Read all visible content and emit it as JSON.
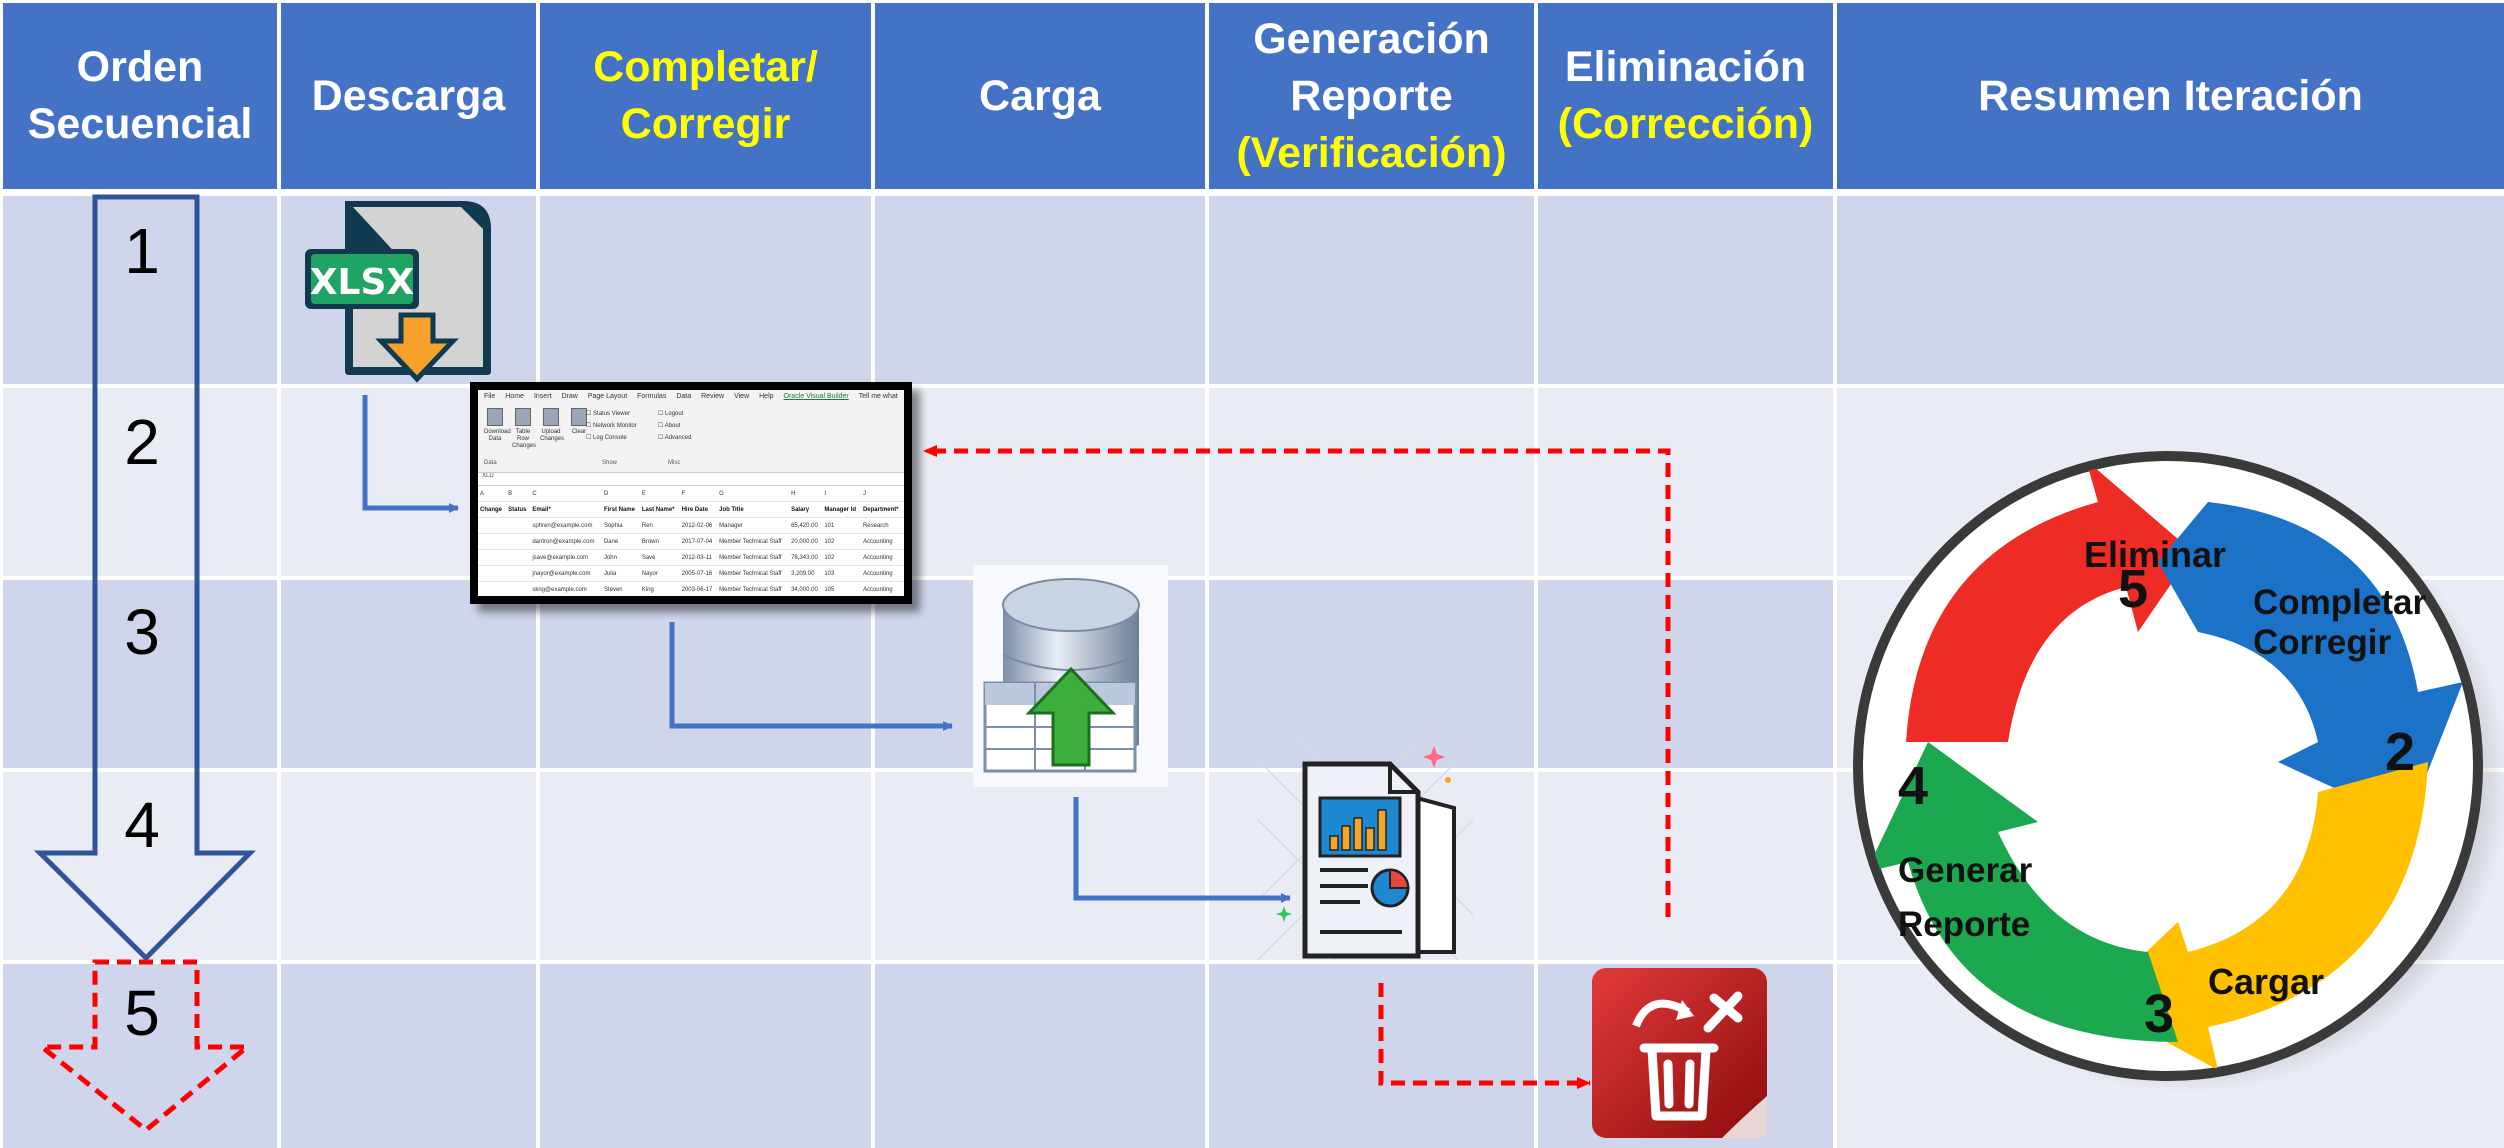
{
  "headers": {
    "col1": {
      "line1": "Orden",
      "line2": "Secuencial"
    },
    "col2": "Descarga",
    "col3": {
      "line1": "Completar/",
      "line2": "Corregir"
    },
    "col4": "Carga",
    "col5": {
      "line1": "Generación",
      "line2": "Reporte",
      "line3": "(Verificación)"
    },
    "col6": {
      "line1": "Eliminación",
      "line2": "(Corrección)"
    },
    "col7": "Resumen Iteración"
  },
  "rows": [
    "1",
    "2",
    "3",
    "4",
    "5"
  ],
  "icons": {
    "download": "xlsx-download-icon",
    "xlsx_label": "XLSX",
    "upload": "database-upload-icon",
    "report": "report-document-icon",
    "delete": "trash-delete-icon"
  },
  "spreadsheet": {
    "tabs": [
      "File",
      "Home",
      "Insert",
      "Draw",
      "Page Layout",
      "Formulas",
      "Data",
      "Review",
      "View",
      "Help",
      "Oracle Visual Builder",
      "Tell me what"
    ],
    "ribbon": {
      "data_buttons": [
        "Download Data",
        "Table Row Changes",
        "Upload Changes",
        "Clear"
      ],
      "data_group": "Data",
      "show_items": [
        "Status Viewer",
        "Network Monitor",
        "Log Console"
      ],
      "show_group": "Show",
      "misc_items": [
        "Logout",
        "About",
        "Advanced"
      ],
      "misc_group": "Misc"
    },
    "namebox": "XLD",
    "columns": [
      "A",
      "B",
      "C",
      "D",
      "E",
      "F",
      "G",
      "H",
      "I",
      "J"
    ],
    "header": [
      "Change",
      "Status",
      "Email*",
      "First Name",
      "Last Name*",
      "Hire Date",
      "Job Title",
      "Salary",
      "Manager Id",
      "Department*"
    ],
    "rows": [
      [
        "",
        "",
        "sphren@example.com",
        "Sophia",
        "Ren",
        "2012-02-06",
        "Manager",
        "65,420.00",
        "101",
        "Research"
      ],
      [
        "",
        "",
        "dantron@example.com",
        "Dane",
        "Brown",
        "2017-07-04",
        "Member Technical Staff",
        "20,000.00",
        "102",
        "Accounting"
      ],
      [
        "",
        "",
        "jsave@example.com",
        "John",
        "Save",
        "2012-03-11",
        "Member Technical Staff",
        "78,343.00",
        "102",
        "Accounting"
      ],
      [
        "",
        "",
        "jnayor@example.com",
        "Julia",
        "Nayor",
        "2005-07-16",
        "Member Technical Staff",
        "3,209.00",
        "103",
        "Accounting"
      ],
      [
        "",
        "",
        "skng@example.com",
        "Steven",
        "King",
        "2003-06-17",
        "Member Technical Staff",
        "34,000.00",
        "105",
        "Accounting"
      ]
    ]
  },
  "cycle": {
    "steps": [
      {
        "num": "5",
        "label": "Eliminar",
        "color": "#ee2b24"
      },
      {
        "num": "2",
        "label": "Completar\nCorregir",
        "color": "#1b72c6"
      },
      {
        "num": "3",
        "label": "Cargar",
        "color": "#ffc000"
      },
      {
        "num": "4",
        "label": "Generar\nReporte",
        "color": "#1ba84f"
      }
    ]
  },
  "colors": {
    "header_bg": "#4472c4",
    "row_odd": "#cfd5ea",
    "row_even": "#e9ebf5",
    "flow_blue": "#4472c4",
    "flow_red": "#ff0000",
    "highlight_text": "#ffff00"
  }
}
